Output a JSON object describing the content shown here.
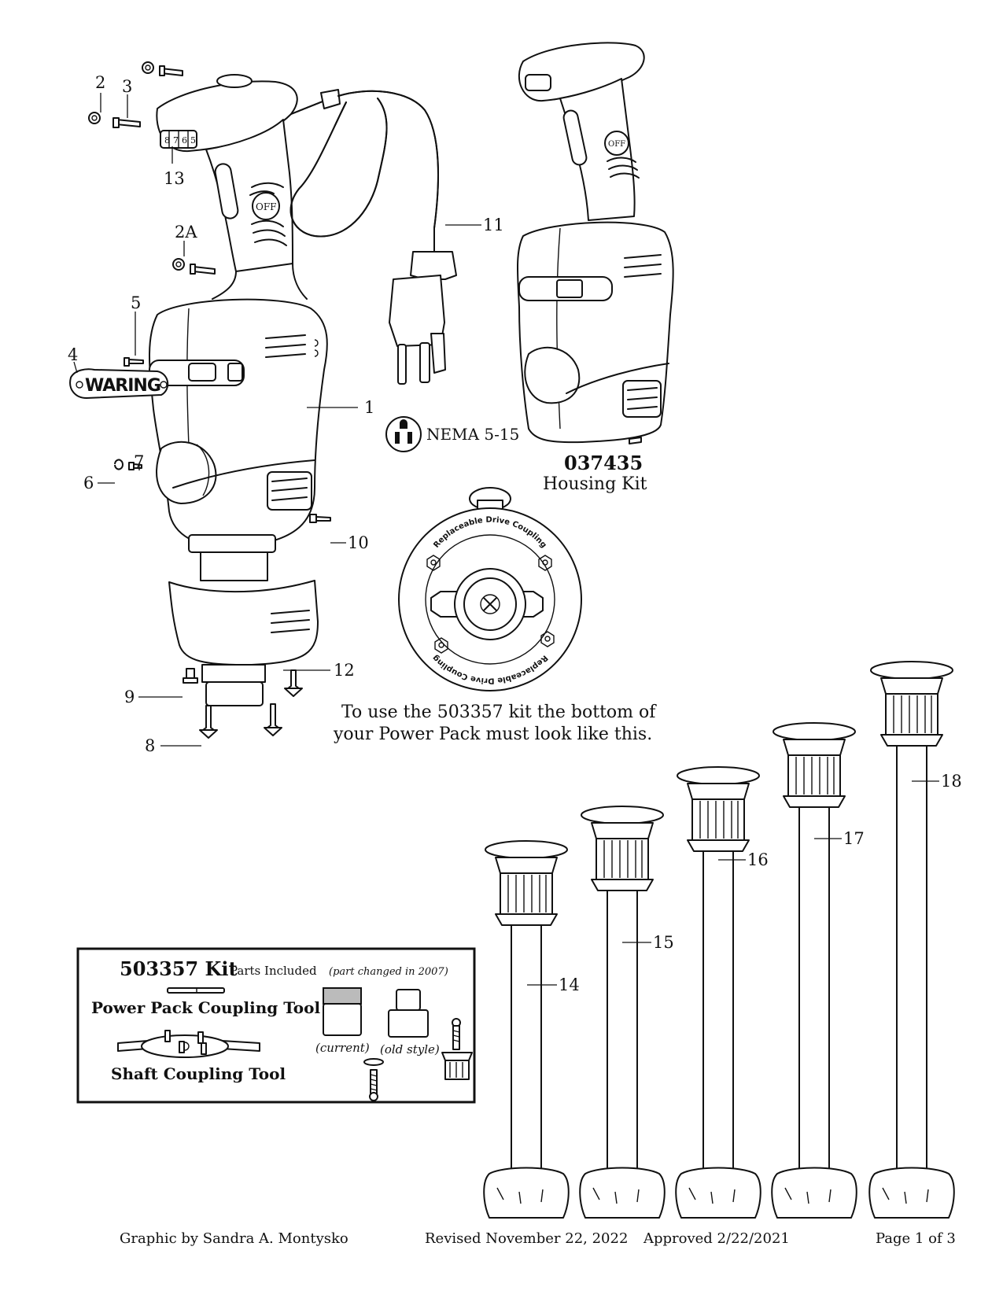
{
  "callouts": {
    "c1": "1",
    "c2": "2",
    "c2a": "2A",
    "c3": "3",
    "c4": "4",
    "c5": "5",
    "c6": "6",
    "c7": "7",
    "c8": "8",
    "c9": "9",
    "c10": "10",
    "c11": "11",
    "c12": "12",
    "c13": "13",
    "c14": "14",
    "c15": "15",
    "c16": "16",
    "c17": "17",
    "c18": "18"
  },
  "product_labels": {
    "off_switch": "OFF",
    "brand_logo": "WARING",
    "speed_dial": [
      "8",
      "7",
      "6",
      "5"
    ]
  },
  "plug": {
    "label": "NEMA 5-15"
  },
  "housing_kit": {
    "part_number": "037435",
    "name": "Housing Kit"
  },
  "coupling": {
    "ring_text": "Replaceable Drive Coupling",
    "note_line1": "To use the 503357 kit the bottom of",
    "note_line2": "your Power Pack must look like this."
  },
  "kit_box": {
    "title": "503357 Kit",
    "subtitle": "Parts Included",
    "note": "(part changed in 2007)",
    "tool1": "Power Pack Coupling Tool",
    "tool2": "Shaft Coupling Tool",
    "current": "(current)",
    "old_style": "(old style)"
  },
  "footer": {
    "graphic_by": "Graphic by Sandra A. Montysko",
    "revised": "Revised November 22, 2022",
    "approved": "Approved 2/22/2021",
    "page": "Page 1 of 3"
  }
}
